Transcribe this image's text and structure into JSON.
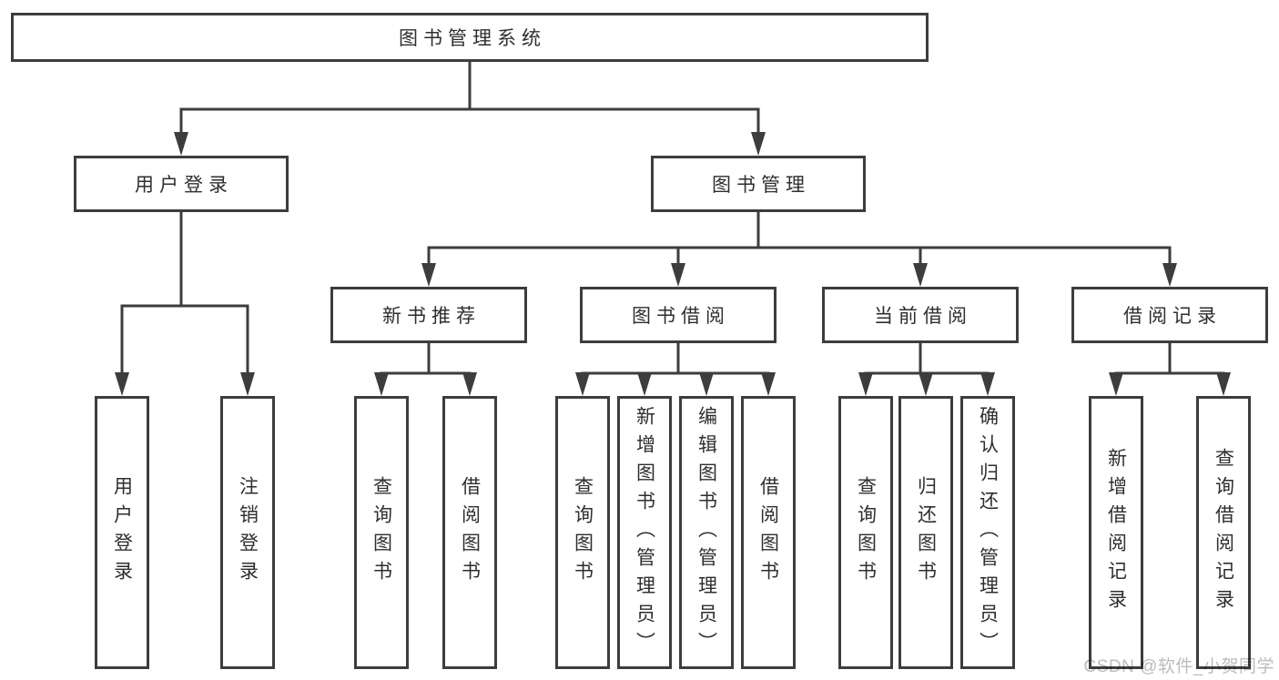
{
  "diagram": {
    "type": "hierarchy-tree",
    "root": {
      "label": "图书管理系统"
    },
    "branches": [
      {
        "label": "用户登录",
        "children": [
          {
            "label": "用户登录"
          },
          {
            "label": "注销登录"
          }
        ]
      },
      {
        "label": "图书管理",
        "children": [
          {
            "label": "新书推荐",
            "children": [
              {
                "label": "查询图书"
              },
              {
                "label": "借阅图书"
              }
            ]
          },
          {
            "label": "图书借阅",
            "children": [
              {
                "label": "查询图书"
              },
              {
                "label": "新增图书（管理员）"
              },
              {
                "label": "编辑图书（管理员）"
              },
              {
                "label": "借阅图书"
              }
            ]
          },
          {
            "label": "当前借阅",
            "children": [
              {
                "label": "查询图书"
              },
              {
                "label": "归还图书"
              },
              {
                "label": "确认归还（管理员）"
              }
            ]
          },
          {
            "label": "借阅记录",
            "children": [
              {
                "label": "新增借阅记录"
              },
              {
                "label": "查询借阅记录"
              }
            ]
          }
        ]
      }
    ]
  },
  "colors": {
    "background": "#ffffff",
    "border": "#3d3d3d",
    "line": "#3d3d3d",
    "text": "#2e2e2e",
    "watermark": "#bcbcbc"
  },
  "watermark": "CSDN @软件_小贺同学"
}
